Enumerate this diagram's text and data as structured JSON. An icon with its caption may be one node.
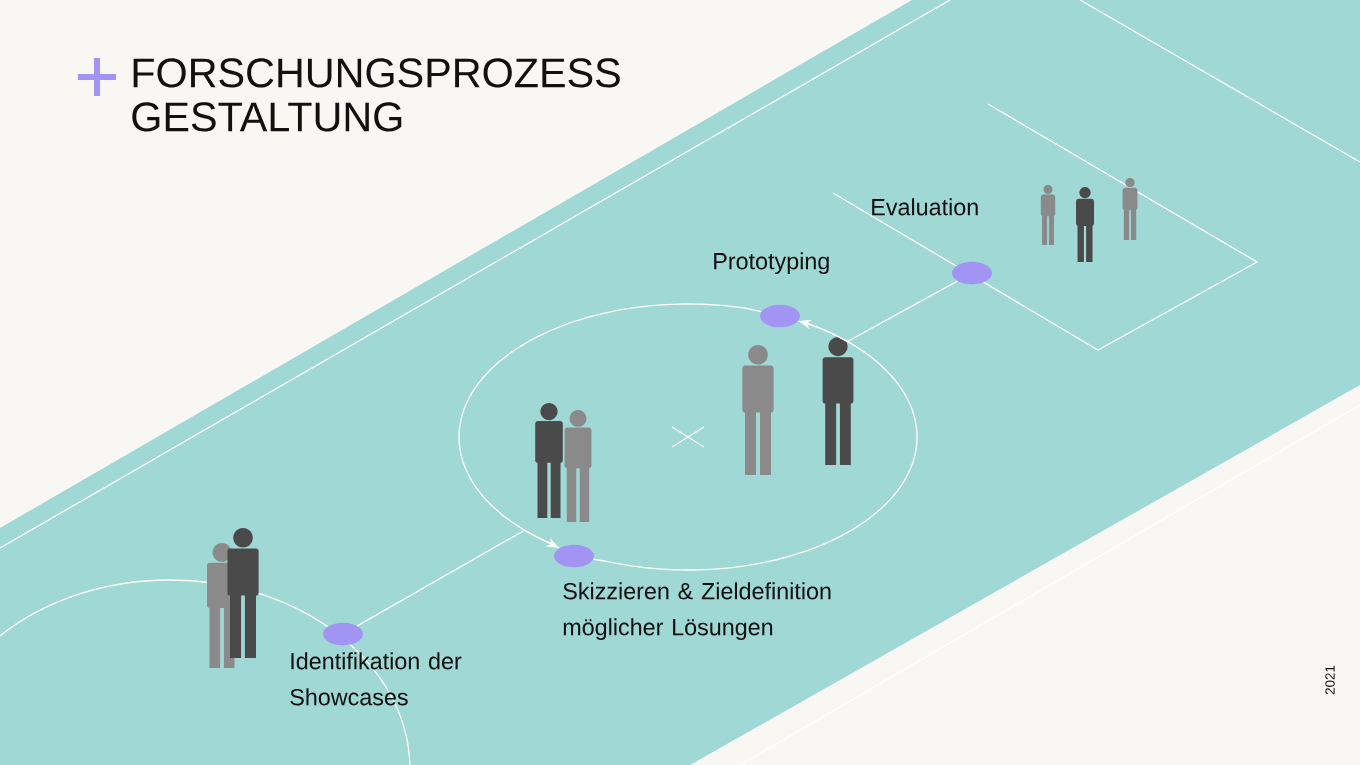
{
  "diagram": {
    "title": "FORSCHUNGSPROZESS GESTALTUNG",
    "nodes": [
      {
        "text": [],
        "shape": "ellipse",
        "beside": [
          "Identifikation der Showcases"
        ]
      },
      {
        "text": [],
        "shape": "ellipse",
        "beside": [
          "Skizzieren & Zieldefinition möglicher Lösungen"
        ]
      },
      {
        "text": [],
        "shape": "ellipse",
        "beside": [
          "Prototyping"
        ]
      },
      {
        "text": [],
        "shape": "ellipse",
        "beside": [
          "Evaluation"
        ]
      }
    ],
    "edges": [
      {
        "from": 0,
        "to": 1,
        "arrow": "none"
      },
      {
        "from": 1,
        "to": 2,
        "arrow": "to"
      },
      {
        "from": 2,
        "to": 1,
        "arrow": "to"
      },
      {
        "from": 2,
        "to": 3,
        "arrow": "none"
      }
    ],
    "labels": [
      "2021"
    ]
  }
}
